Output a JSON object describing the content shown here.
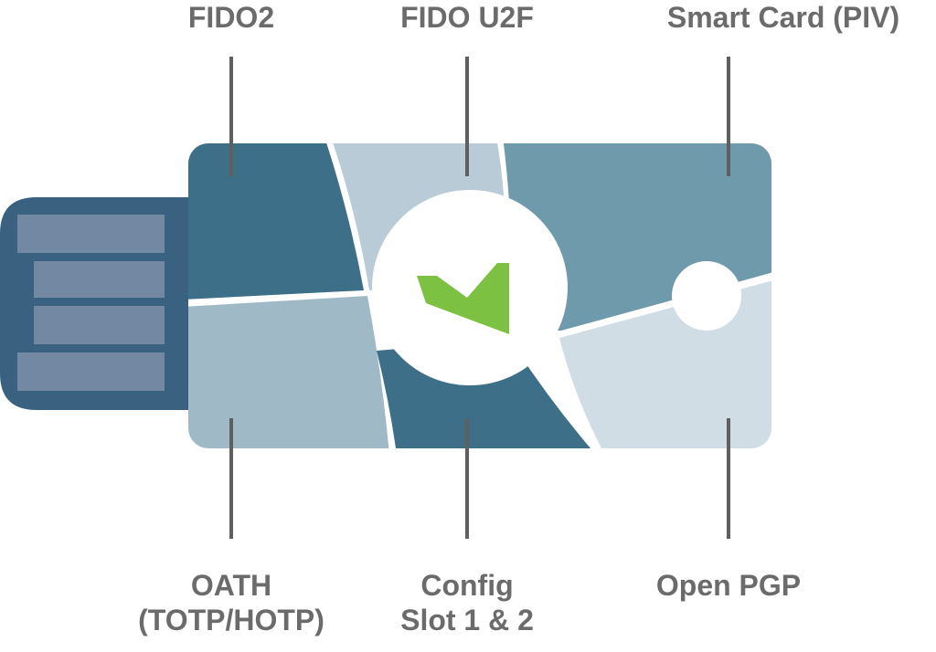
{
  "diagram": {
    "applications": {
      "fido2": "FIDO2",
      "fido_u2f": "FIDO U2F",
      "smart_card": "Smart Card (PIV)",
      "oath_line1": "OATH",
      "oath_line2": "(TOTP/HOTP)",
      "config_line1": "Config",
      "config_line2": "Slot 1 & 2",
      "openpgp": "Open PGP"
    },
    "colors": {
      "label_text": "#6b6b6b",
      "leader_line": "#5f5f5f",
      "connector_body": "#3a6280",
      "connector_contacts": "#7389a3",
      "fido2_region": "#3d7088",
      "fido_u2f_region": "#b8cbd6",
      "smart_card_region": "#6e9aac",
      "oath_region": "#9fb9c7",
      "config_region": "#3d7088",
      "openpgp_region": "#d0dde5",
      "logo_green": "#7cc142",
      "logo_disc": "#ffffff"
    }
  }
}
